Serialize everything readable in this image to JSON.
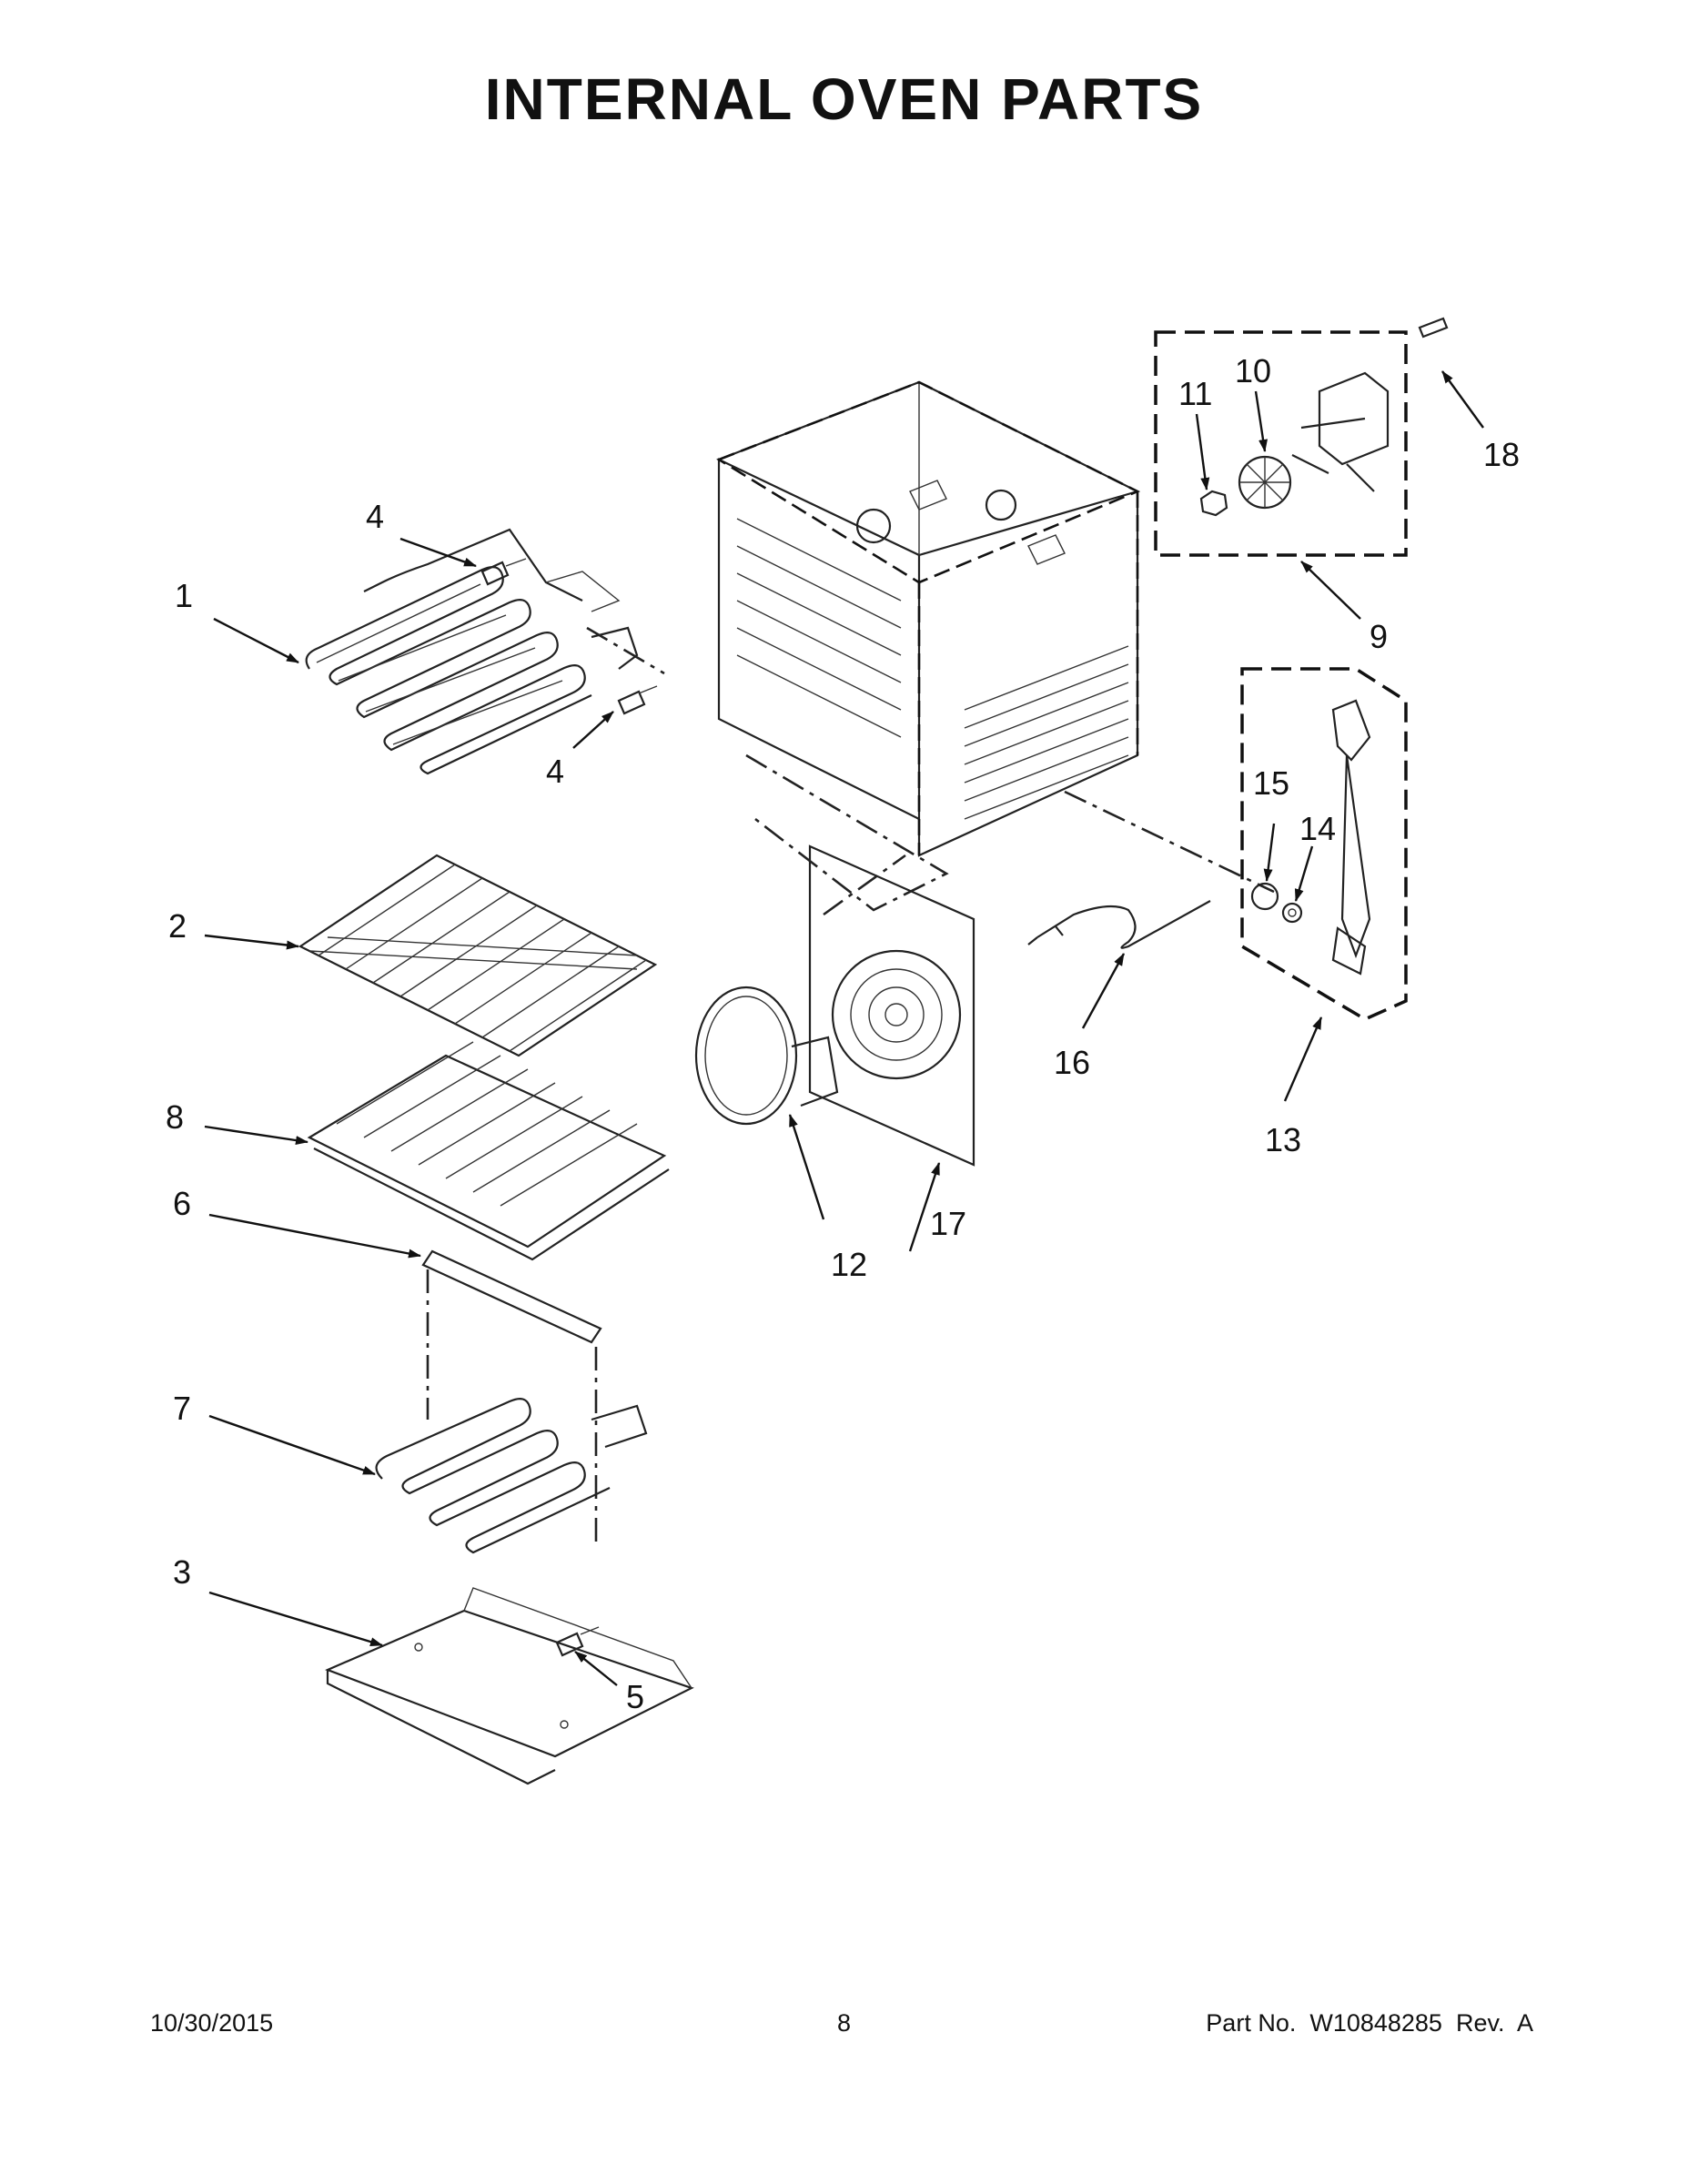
{
  "page": {
    "title": "INTERNAL OVEN PARTS",
    "footer": {
      "date": "10/30/2015",
      "page_number": "8",
      "part_number": "Part No.  W10848285  Rev.  A"
    }
  },
  "callouts": [
    {
      "id": "c1",
      "label": "1"
    },
    {
      "id": "c2",
      "label": "2"
    },
    {
      "id": "c3",
      "label": "3"
    },
    {
      "id": "c4a",
      "label": "4"
    },
    {
      "id": "c4b",
      "label": "4"
    },
    {
      "id": "c5",
      "label": "5"
    },
    {
      "id": "c6",
      "label": "6"
    },
    {
      "id": "c7",
      "label": "7"
    },
    {
      "id": "c8",
      "label": "8"
    },
    {
      "id": "c9",
      "label": "9"
    },
    {
      "id": "c10",
      "label": "10"
    },
    {
      "id": "c11",
      "label": "11"
    },
    {
      "id": "c12",
      "label": "12"
    },
    {
      "id": "c13",
      "label": "13"
    },
    {
      "id": "c14",
      "label": "14"
    },
    {
      "id": "c15",
      "label": "15"
    },
    {
      "id": "c16",
      "label": "16"
    },
    {
      "id": "c17",
      "label": "17"
    },
    {
      "id": "c18",
      "label": "18"
    }
  ]
}
